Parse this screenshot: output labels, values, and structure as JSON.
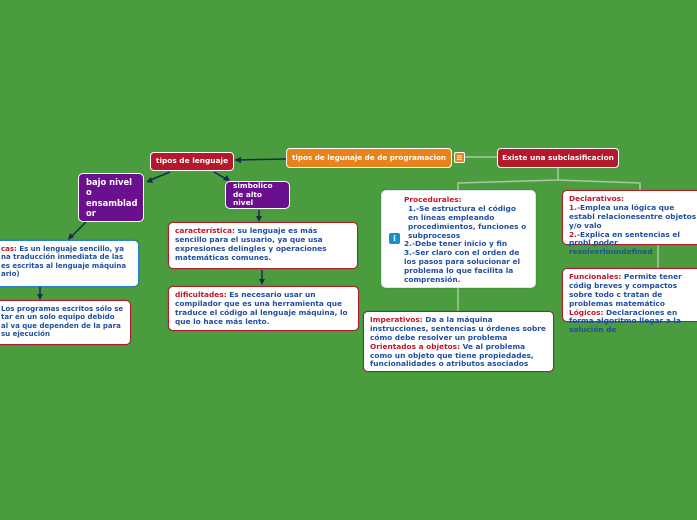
{
  "colors": {
    "background": "#4a9c3f",
    "central": "#e8821b",
    "crimson": "#b3192a",
    "purple": "#6a0f8e",
    "label_red": "#c4162a",
    "body_blue": "#1f4fa0",
    "link_dark": "#1b2a4a",
    "link_light": "#a9c7a0"
  },
  "icons": {
    "central_icon": "note-icon",
    "procedurales_icon": "info-icon"
  },
  "central": {
    "label": "tipos de legunaje de de programacion"
  },
  "tipos": {
    "label": "tipos de lenguaje"
  },
  "existe": {
    "label": "Existe una subclasificacion"
  },
  "bajo_nivel": {
    "label": "bajo nivel o ensamblad or"
  },
  "simbolico": {
    "label": "simbolico de alto nivel"
  },
  "bajo_char": {
    "label": "cas:",
    "text": " Es un lenguaje sencillo, ya na traducción inmediata de las es escritas al lenguaje máquina ario)"
  },
  "bajo_dif": {
    "text": "Los programas escritos sólo se tar en un solo equipo debido al va que dependen de la para su ejecución"
  },
  "simb_char": {
    "label": "característica:",
    "text": " su lenguaje es más sencillo para el usuario, ya que usa expresiones delingles y operaciones matemáticas comunes."
  },
  "simb_dif": {
    "label": "dificultades:",
    "text": " Es necesario usar un compilador que es una herramienta que traduce el código al lenguaje máquina, lo que lo hace más lento."
  },
  "procedurales": {
    "title": "Procedurales:",
    "l1": "1.-Se estructura el código en líneas empleando procedimientos, funciones o subprocesos",
    "l2": "2.-Debe tener inicio y fin",
    "l3": "3.-Ser claro con el orden de los pasos para solucionar el problema lo que facilita la comprensión."
  },
  "imperativos": {
    "label1": "Imperativos:",
    "text1": " Da a la máquina instrucciones, sentencias u órdenes sobre cómo debe resolver un problema",
    "label2": "Orientados a objetos:",
    "text2": " Ve al problema como un objeto que tiene propiedades, funcionalidades o atributos asociados"
  },
  "declarativos": {
    "title": "Declarativos:",
    "l1n": "1.-",
    "l1": "Emplea una lógica que establ relacionesentre objetos y/o valo",
    "l2n": "2.-",
    "l2": "Explica en sentencias el probl poder resolverloundefined"
  },
  "funcionales": {
    "label1": "Funcionales:",
    "text1": " Permite tener códig breves y compactos sobre todo c tratan de problemas matemático",
    "label2": "Lógicos:",
    "text2": " Declaraciones en forma algoritmo llegar a la solución de"
  }
}
